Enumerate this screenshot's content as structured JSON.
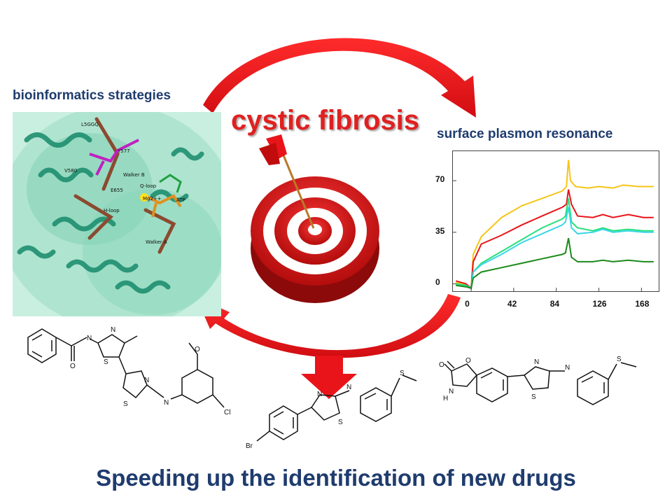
{
  "labels": {
    "bioinformatics": "bioinformatics strategies",
    "spr": "surface plasmon resonance",
    "title": "cystic fibrosis",
    "bottom": "Speeding up the identification of new drugs"
  },
  "protein_labels": [
    "L5GGQ",
    "Y577",
    "V580",
    "Walker B",
    "Q-loop",
    "Mg2++",
    "ATP",
    "E655",
    "H-loop",
    "Walker A"
  ],
  "molecule_atoms": {
    "m1": [
      "N",
      "N",
      "S",
      "O",
      "N",
      "S",
      "N",
      "O",
      "Cl"
    ],
    "m2": [
      "N",
      "N",
      "S",
      "S",
      "Br"
    ],
    "m3": [
      "O",
      "O",
      "N",
      "H",
      "N",
      "S",
      "N",
      "S"
    ]
  },
  "colors": {
    "arrow_red": "#e8141a",
    "title_red": "#e02020",
    "label_blue": "#1f3c6e",
    "protein_green": "#2a9d7c"
  },
  "chart_data": {
    "type": "line",
    "title": "",
    "xlabel": "",
    "ylabel": "",
    "xlim": [
      -18,
      185
    ],
    "ylim": [
      -5,
      90
    ],
    "xticks": [
      "0",
      "42",
      "84",
      "126",
      "168"
    ],
    "yticks": [
      "0",
      "35",
      "70"
    ],
    "grid": false,
    "series": [
      {
        "color": "#f5c518",
        "points": [
          [
            -15,
            1
          ],
          [
            -5,
            -1
          ],
          [
            0,
            -3
          ],
          [
            2,
            20
          ],
          [
            10,
            32
          ],
          [
            30,
            45
          ],
          [
            50,
            53
          ],
          [
            70,
            58
          ],
          [
            90,
            63
          ],
          [
            94,
            66
          ],
          [
            96,
            84
          ],
          [
            98,
            70
          ],
          [
            103,
            66
          ],
          [
            115,
            65
          ],
          [
            126,
            66
          ],
          [
            140,
            65
          ],
          [
            150,
            67
          ],
          [
            165,
            66
          ],
          [
            180,
            66
          ]
        ]
      },
      {
        "color": "#e8141a",
        "points": [
          [
            -15,
            2
          ],
          [
            -5,
            0
          ],
          [
            0,
            -3
          ],
          [
            2,
            15
          ],
          [
            10,
            27
          ],
          [
            30,
            33
          ],
          [
            50,
            40
          ],
          [
            70,
            46
          ],
          [
            90,
            52
          ],
          [
            94,
            54
          ],
          [
            96,
            64
          ],
          [
            99,
            54
          ],
          [
            105,
            46
          ],
          [
            120,
            45
          ],
          [
            130,
            47
          ],
          [
            140,
            45
          ],
          [
            155,
            47
          ],
          [
            170,
            45
          ],
          [
            180,
            45
          ]
        ]
      },
      {
        "color": "#26e07a",
        "points": [
          [
            -15,
            0
          ],
          [
            -5,
            -1
          ],
          [
            0,
            -3
          ],
          [
            2,
            8
          ],
          [
            10,
            14
          ],
          [
            30,
            22
          ],
          [
            50,
            30
          ],
          [
            70,
            38
          ],
          [
            90,
            44
          ],
          [
            93,
            46
          ],
          [
            96,
            58
          ],
          [
            99,
            42
          ],
          [
            105,
            38
          ],
          [
            120,
            36
          ],
          [
            130,
            38
          ],
          [
            140,
            36
          ],
          [
            155,
            37
          ],
          [
            170,
            36
          ],
          [
            180,
            36
          ]
        ]
      },
      {
        "color": "#3ad6e8",
        "points": [
          [
            -15,
            -1
          ],
          [
            -5,
            -2
          ],
          [
            0,
            -3
          ],
          [
            2,
            8
          ],
          [
            10,
            13
          ],
          [
            30,
            20
          ],
          [
            50,
            28
          ],
          [
            70,
            34
          ],
          [
            90,
            40
          ],
          [
            93,
            42
          ],
          [
            96,
            52
          ],
          [
            99,
            38
          ],
          [
            105,
            34
          ],
          [
            120,
            35
          ],
          [
            130,
            37
          ],
          [
            140,
            35
          ],
          [
            155,
            36
          ],
          [
            170,
            35
          ],
          [
            180,
            35
          ]
        ]
      },
      {
        "color": "#1b8a1b",
        "points": [
          [
            -15,
            -1
          ],
          [
            -5,
            -2
          ],
          [
            0,
            -3
          ],
          [
            2,
            4
          ],
          [
            10,
            8
          ],
          [
            30,
            11
          ],
          [
            50,
            14
          ],
          [
            70,
            17
          ],
          [
            90,
            20
          ],
          [
            93,
            21
          ],
          [
            96,
            31
          ],
          [
            99,
            18
          ],
          [
            105,
            15
          ],
          [
            120,
            15
          ],
          [
            130,
            16
          ],
          [
            140,
            15
          ],
          [
            155,
            16
          ],
          [
            170,
            15
          ],
          [
            180,
            15
          ]
        ]
      }
    ]
  }
}
